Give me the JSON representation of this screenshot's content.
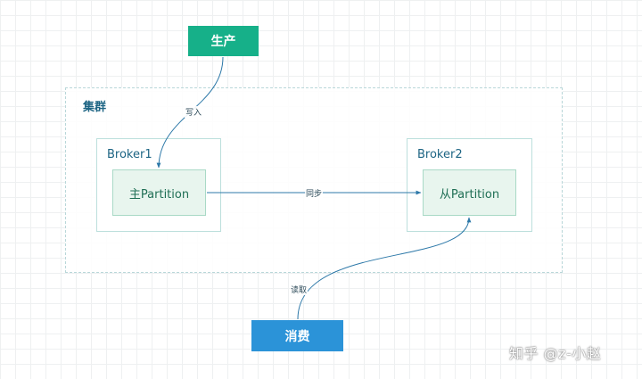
{
  "nodes": {
    "producer": "生产",
    "consumer": "消费",
    "cluster": "集群",
    "broker1": "Broker1",
    "broker2": "Broker2",
    "leader_partition": "主Partition",
    "follower_partition": "从Partition"
  },
  "edges": {
    "write": "写入",
    "sync": "同步",
    "read": "读取"
  },
  "colors": {
    "producer": "#16b089",
    "consumer": "#2b93d8",
    "edge": "#2c78a8",
    "partition_fill": "#e8f5ee"
  },
  "watermark": "知乎 @z-小赵"
}
